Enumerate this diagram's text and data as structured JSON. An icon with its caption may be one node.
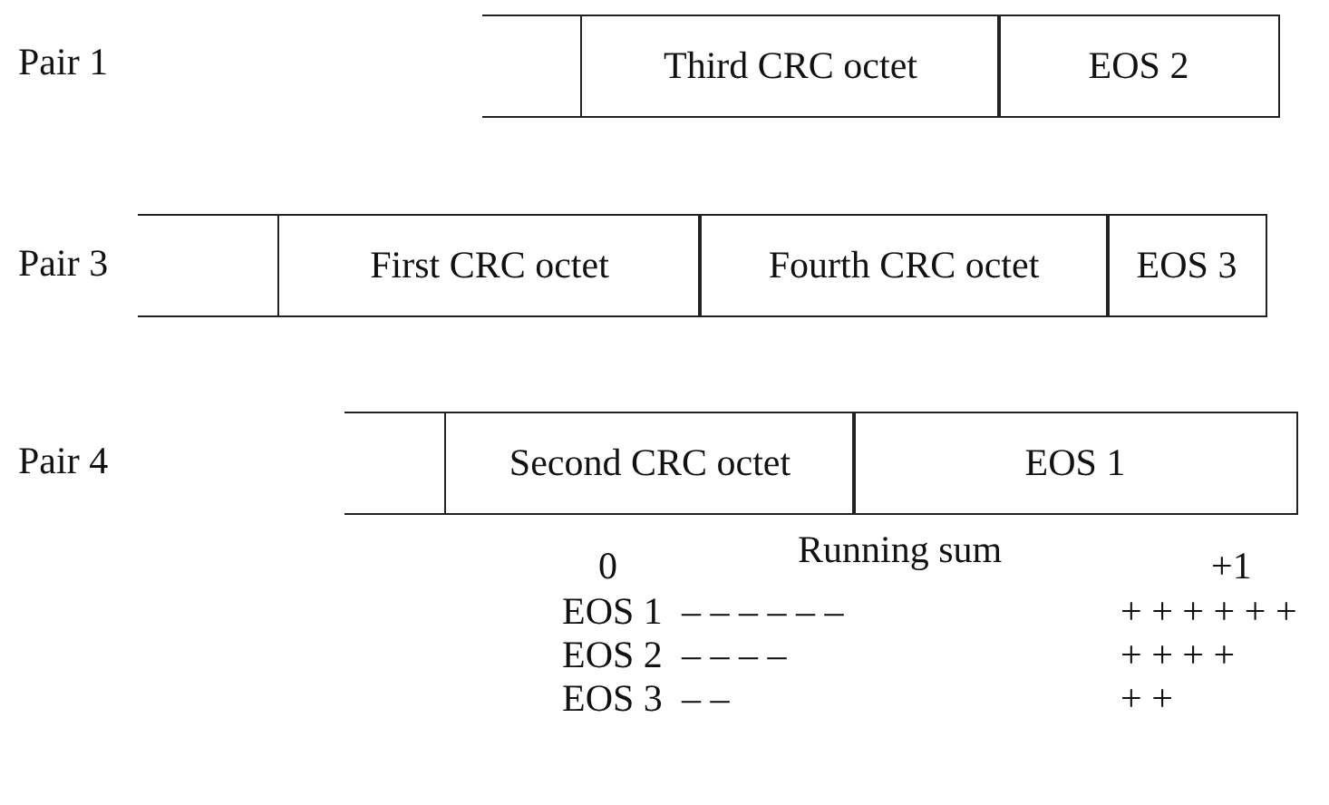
{
  "diagram": {
    "nodes": [
      {
        "text": [],
        "shape": "box"
      },
      {
        "text": [
          "Third CRC octet"
        ]
      },
      {
        "text": [
          "EOS 2"
        ]
      },
      {
        "text": [],
        "shape": "box"
      },
      {
        "text": [
          "First CRC octet"
        ]
      },
      {
        "text": [
          "Fourth CRC octet"
        ]
      },
      {
        "text": [
          "EOS 3"
        ]
      },
      {
        "text": [],
        "shape": "box"
      },
      {
        "text": [
          "Second CRC octet"
        ]
      },
      {
        "text": [
          "EOS 1"
        ]
      }
    ],
    "labels": [
      "Pair 1",
      "Pair 3",
      "Pair 4",
      "Running sum",
      "0",
      "+1",
      "EOS 1",
      "– – – – – –",
      "+ + + + + +",
      "EOS 2",
      "– – – –",
      "+ + + +",
      "EOS 3",
      "– –",
      "+ +"
    ]
  }
}
